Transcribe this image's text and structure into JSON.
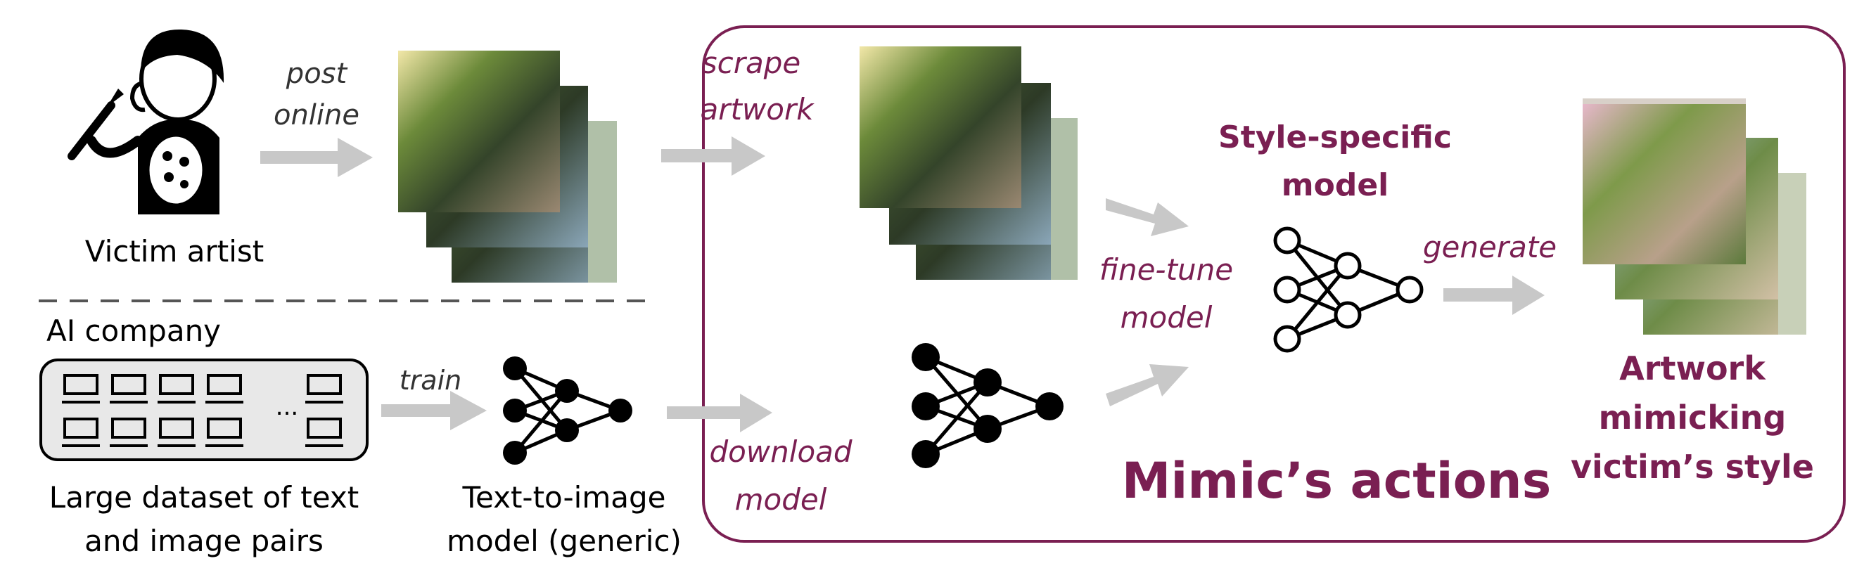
{
  "artist": {
    "label": "Victim artist"
  },
  "company": {
    "label": "AI company"
  },
  "dataset": {
    "ellipsis": "...",
    "label_line1": "Large dataset of text",
    "label_line2": "and image pairs"
  },
  "generic_model": {
    "label_line1": "Text-to-image",
    "label_line2": "model (generic)"
  },
  "edges": {
    "post_line1": "post",
    "post_line2": "online",
    "train": "train",
    "scrape_line1": "scrape",
    "scrape_line2": "artwork",
    "download_line1": "download",
    "download_line2": "model",
    "finetune_line1": "fine-tune",
    "finetune_line2": "model",
    "generate": "generate"
  },
  "style_model": {
    "label_line1": "Style-specific",
    "label_line2": "model"
  },
  "output": {
    "label_line1": "Artwork",
    "label_line2": "mimicking",
    "label_line3": "victim’s style"
  },
  "mimic_box": {
    "title": "Mimic’s actions"
  },
  "colors": {
    "accent": "#7a1f52",
    "arrow": "#c8c8c8",
    "dataset_fill": "#e8e8e8",
    "ink": "#000000",
    "dashed_line": "#555555"
  }
}
